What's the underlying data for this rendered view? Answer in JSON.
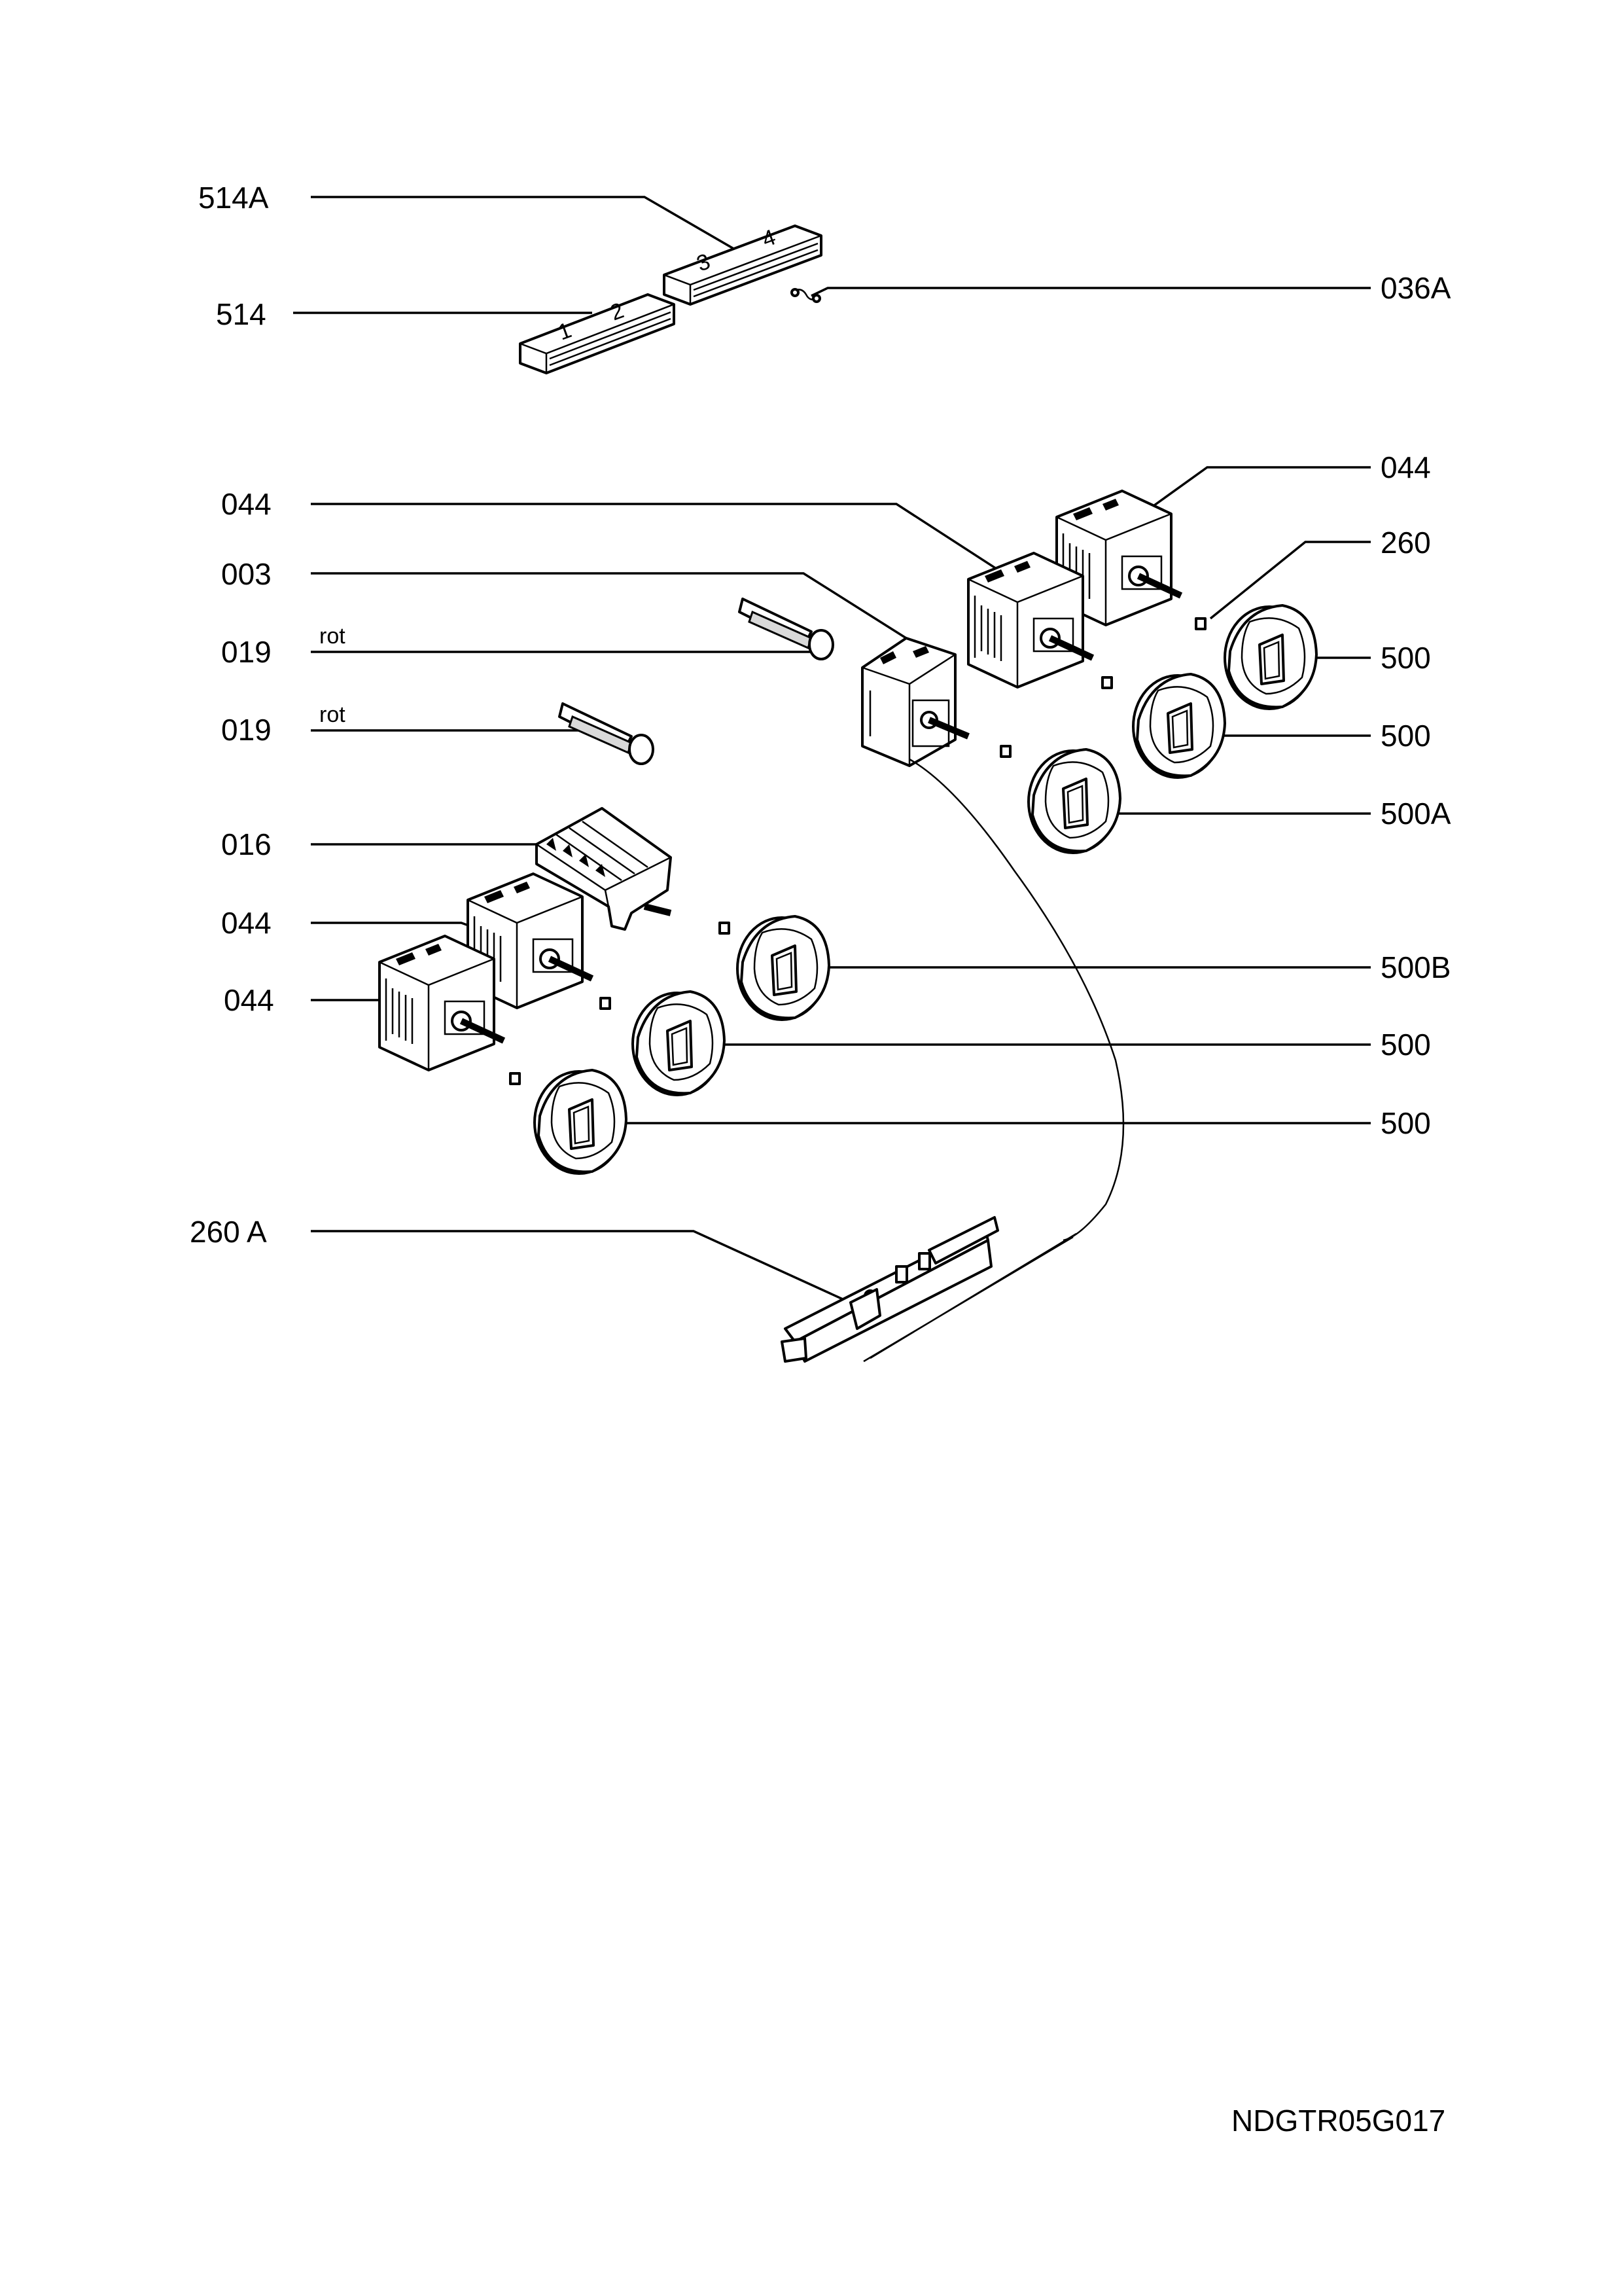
{
  "labels": {
    "l514A": "514A",
    "l514": "514",
    "l036A": "036A",
    "l044_top_right": "044",
    "l260": "260",
    "l044_left_top": "044",
    "l003": "003",
    "l019_a": "019",
    "rot_a": "rot",
    "l019_b": "019",
    "rot_b": "rot",
    "l500_1": "500",
    "l500_2": "500",
    "l500A": "500A",
    "l016": "016",
    "l044_left_mid": "044",
    "l044_left_low": "044",
    "l500B": "500B",
    "l500_3": "500",
    "l500_4": "500",
    "l260A": "260 A",
    "code": "NDGTR05G017"
  },
  "terminal_numbers": {
    "block_514": [
      "1",
      "2"
    ],
    "block_514A": [
      "3",
      "4"
    ]
  }
}
